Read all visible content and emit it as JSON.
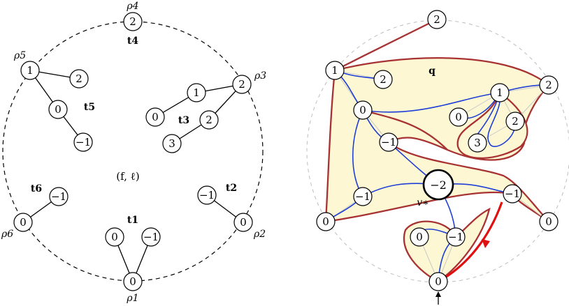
{
  "left_panel": {
    "center_label": "(f, ℓ)",
    "roots": {
      "r1": "ρ1",
      "r2": "ρ2",
      "r3": "ρ3",
      "r4": "ρ4",
      "r5": "ρ5",
      "r6": "ρ6"
    },
    "trees": {
      "t1": "t1",
      "t2": "t2",
      "t3": "t3",
      "t4": "t4",
      "t5": "t5",
      "t6": "t6"
    },
    "nodes": {
      "n_rho1": "0",
      "n_t1a": "0",
      "n_t1b": "−1",
      "n_rho2": "0",
      "n_t2a": "−1",
      "n_rho3": "2",
      "n_t3a": "1",
      "n_t3b": "0",
      "n_t3c": "2",
      "n_t3d": "3",
      "n_rho4": "2",
      "n_rho5": "1",
      "n_t5a": "2",
      "n_t5b": "0",
      "n_t5c": "−1",
      "n_rho6": "0",
      "n_t6a": "−1"
    }
  },
  "right_panel": {
    "face_label": "q",
    "vertex_label": "v∗",
    "nodes": {
      "r_top": "2",
      "r_1": "1",
      "r_2a": "2",
      "r_0": "0",
      "r_m1": "−1",
      "r_1b": "1",
      "r_2r": "2",
      "r_0b": "0",
      "r_2c": "2",
      "r_3": "3",
      "r_vstar": "−2",
      "r_m1l": "−1",
      "r_0l": "0",
      "r_m1r": "−1",
      "r_0r": "0",
      "r_0bl": "0",
      "r_m1b": "−1",
      "r_0root": "0"
    },
    "colors": {
      "map_edges": "#1f3fd6",
      "tree_edges": "#a83232",
      "root_edge": "#e01010",
      "face_fill": "#fdf7d4"
    }
  }
}
